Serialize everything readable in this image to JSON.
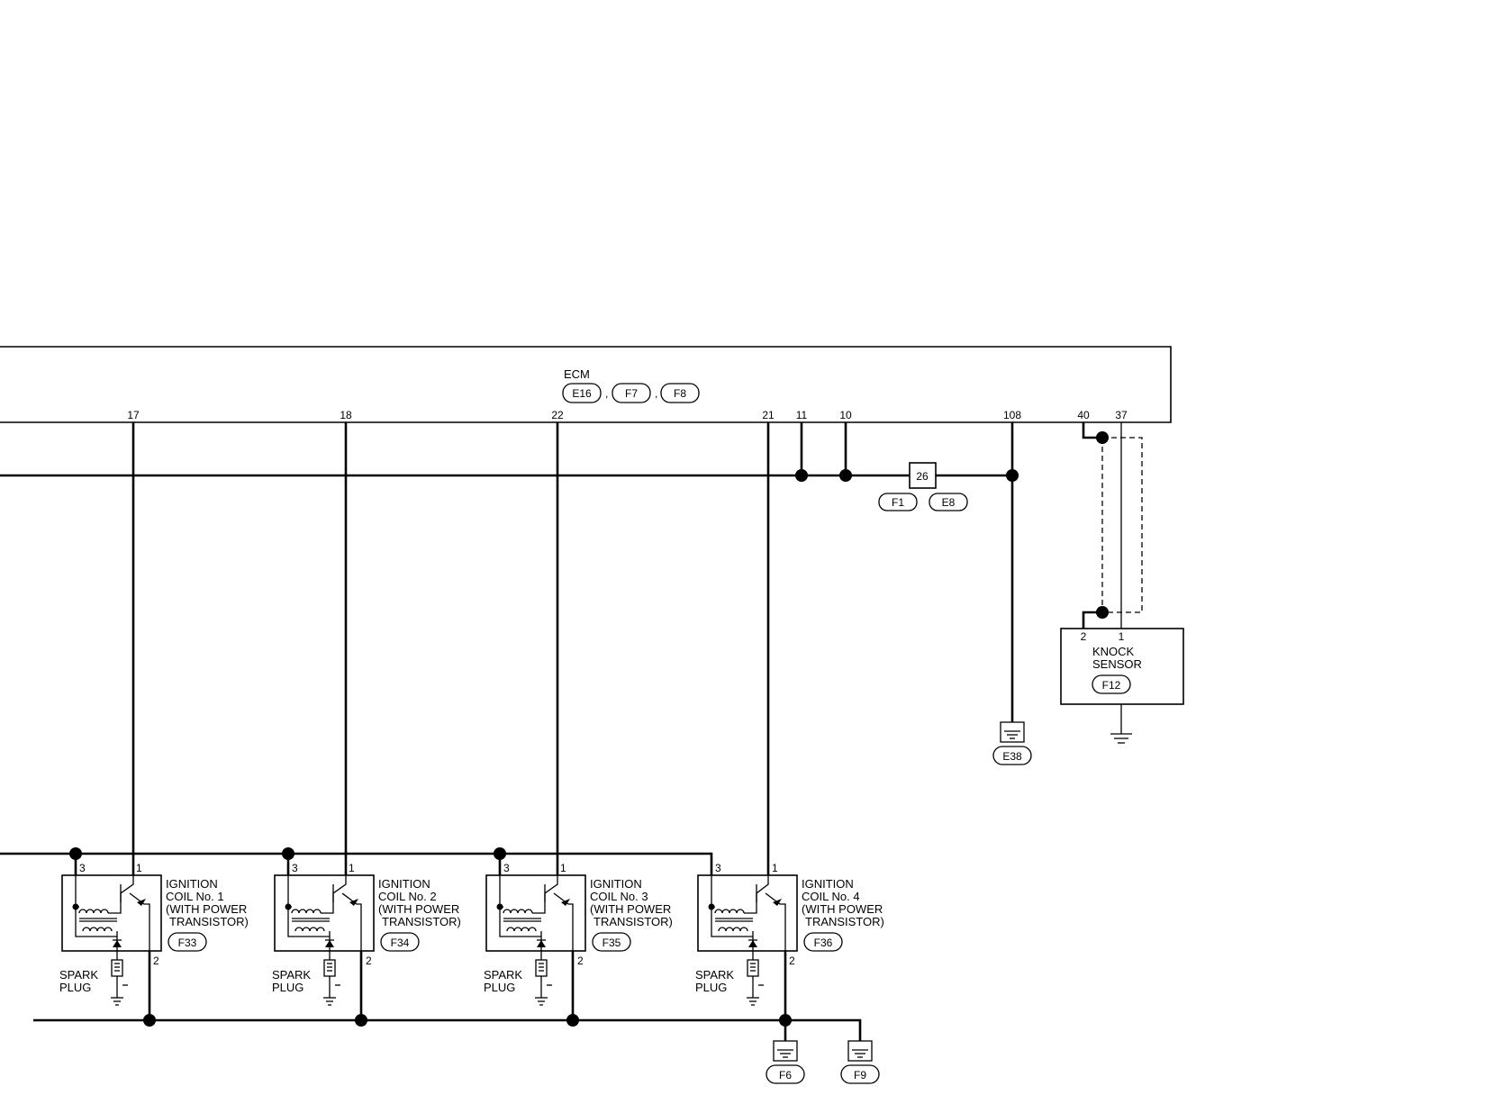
{
  "ecm": {
    "label": "ECM",
    "connectors": [
      "E16",
      "F7",
      "F8"
    ],
    "separators": [
      ",",
      ","
    ],
    "terminals": [
      "17",
      "18",
      "22",
      "21",
      "11",
      "10",
      "108",
      "40",
      "37"
    ]
  },
  "joint": {
    "number": "26",
    "connectors": [
      "F1",
      "E8"
    ]
  },
  "ground_e38": "E38",
  "knock_sensor": {
    "line1": "KNOCK",
    "line2": "SENSOR",
    "connector": "F12",
    "pins": [
      "2",
      "1"
    ]
  },
  "coils": [
    {
      "line1": "IGNITION",
      "line2": "COIL No. 1",
      "line3": "(WITH POWER",
      "line4": "TRANSISTOR)",
      "connector": "F33",
      "pin_a": "3",
      "pin_b": "1",
      "pin_c": "2"
    },
    {
      "line1": "IGNITION",
      "line2": "COIL No. 2",
      "line3": "(WITH POWER",
      "line4": "TRANSISTOR)",
      "connector": "F34",
      "pin_a": "3",
      "pin_b": "1",
      "pin_c": "2"
    },
    {
      "line1": "IGNITION",
      "line2": "COIL No. 3",
      "line3": "(WITH POWER",
      "line4": "TRANSISTOR)",
      "connector": "F35",
      "pin_a": "3",
      "pin_b": "1",
      "pin_c": "2"
    },
    {
      "line1": "IGNITION",
      "line2": "COIL No. 4",
      "line3": "(WITH POWER",
      "line4": "TRANSISTOR)",
      "connector": "F36",
      "pin_a": "3",
      "pin_b": "1",
      "pin_c": "2"
    }
  ],
  "spark_plug": {
    "line1": "SPARK",
    "line2": "PLUG"
  },
  "grounds_bottom": [
    "F6",
    "F9"
  ]
}
